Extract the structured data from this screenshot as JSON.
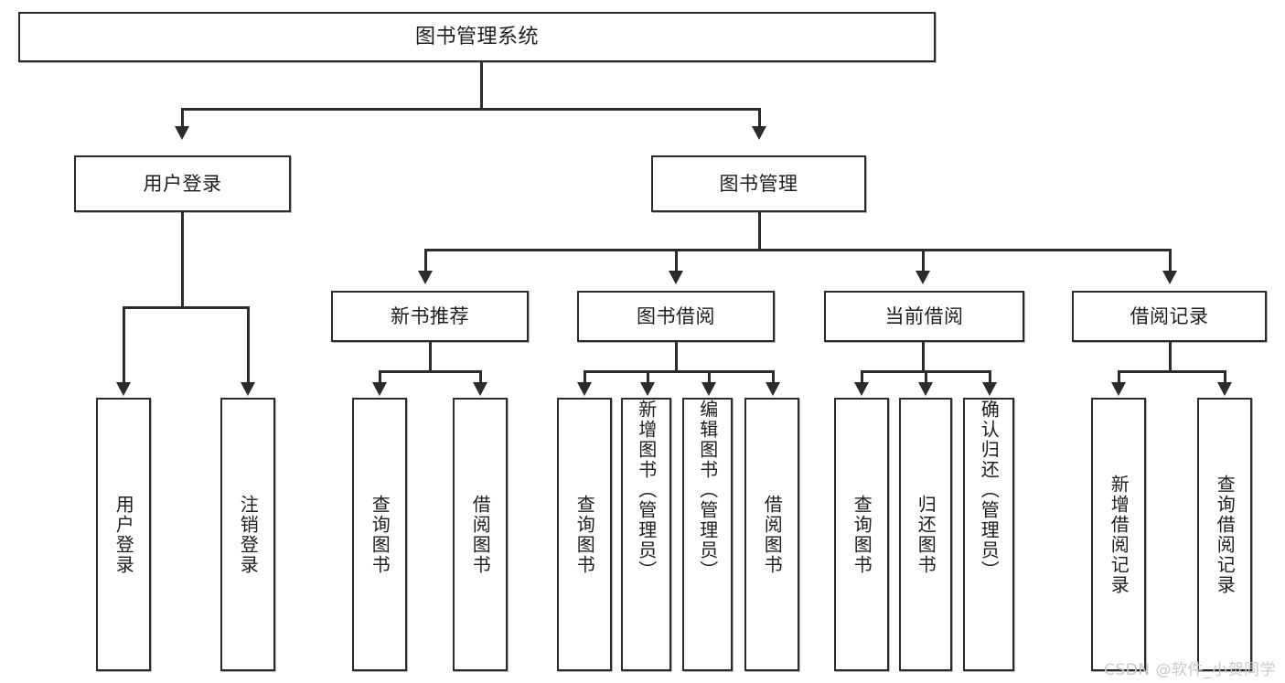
{
  "diagram": {
    "type": "tree-hierarchy",
    "title": "图书管理系统",
    "watermark": "CSDN @软件_小贺同学",
    "colors": {
      "stroke": "#2b2b2b",
      "fill": "#ffffff",
      "text": "#1d1d1d",
      "watermark": "#c9c9c9"
    },
    "nodes": {
      "root": {
        "label": "图书管理系统"
      },
      "level1": [
        {
          "label": "用户登录"
        },
        {
          "label": "图书管理"
        }
      ],
      "level2": [
        {
          "label": "新书推荐"
        },
        {
          "label": "图书借阅"
        },
        {
          "label": "当前借阅"
        },
        {
          "label": "借阅记录"
        }
      ],
      "leaves": {
        "user_login": [
          {
            "label": "用户登录"
          },
          {
            "label": "注销登录"
          }
        ],
        "new_book_recommend": [
          {
            "label": "查询图书"
          },
          {
            "label": "借阅图书"
          }
        ],
        "book_borrow": [
          {
            "label": "查询图书"
          },
          {
            "label": "新增图书（管理员）"
          },
          {
            "label": "编辑图书（管理员）"
          },
          {
            "label": "借阅图书"
          }
        ],
        "current_borrow": [
          {
            "label": "查询图书"
          },
          {
            "label": "归还图书"
          },
          {
            "label": "确认归还（管理员）"
          }
        ],
        "borrow_record": [
          {
            "label": "新增借阅记录"
          },
          {
            "label": "查询借阅记录"
          }
        ]
      }
    }
  }
}
